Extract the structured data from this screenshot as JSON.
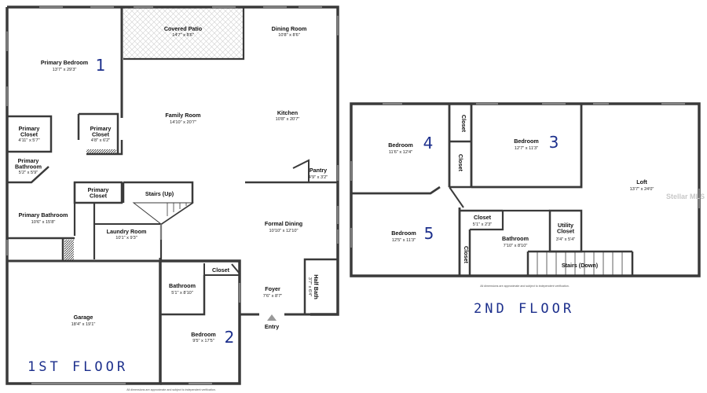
{
  "floor1": {
    "label": "1ST FLOOR",
    "rooms": {
      "primary_bedroom": {
        "name": "Primary Bedroom",
        "dims": "13'7\" x 29'3\"",
        "number": "1"
      },
      "covered_patio": {
        "name": "Covered Patio",
        "dims": "14'7\" x 8'6\""
      },
      "dining_room": {
        "name": "Dining Room",
        "dims": "10'8\" x 8'6\""
      },
      "family_room": {
        "name": "Family Room",
        "dims": "14'10\" x 20'7\""
      },
      "kitchen": {
        "name": "Kitchen",
        "dims": "10'8\" x 20'7\""
      },
      "primary_closet_a": {
        "name": "Primary Closet",
        "dims": "4'11\" x 5'7\""
      },
      "primary_closet_b": {
        "name": "Primary Closet",
        "dims": "4'8\" x 6'2\""
      },
      "primary_bathroom_a": {
        "name": "Primary Bathroom",
        "dims": "5'2\" x 5'9\""
      },
      "pantry": {
        "name": "Pantry",
        "dims": "4'9\" x 3'2\""
      },
      "primary_closet_c": {
        "name": "Primary Closet"
      },
      "stairs_up": {
        "name": "Stairs (Up)"
      },
      "primary_bathroom_b": {
        "name": "Primary Bathroom",
        "dims": "10'6\" x 15'8\""
      },
      "laundry_room": {
        "name": "Laundry Room",
        "dims": "10'1\" x 9'3\""
      },
      "formal_dining": {
        "name": "Formal Dining",
        "dims": "10'10\" x 12'10\""
      },
      "bathroom": {
        "name": "Bathroom",
        "dims": "5'1\" x 8'10\""
      },
      "closet": {
        "name": "Closet"
      },
      "half_bath": {
        "name": "Half Bath",
        "dims": "3'7\" x 6'4\""
      },
      "foyer": {
        "name": "Foyer",
        "dims": "7'6\" x 8'7\""
      },
      "garage": {
        "name": "Garage",
        "dims": "18'4\" x 19'1\""
      },
      "bedroom_2": {
        "name": "Bedroom",
        "dims": "9'5\" x 17'5\"",
        "number": "2"
      }
    },
    "entry_label": "Entry",
    "disclaimer": "All dimensions are approximate and subject to independent verification."
  },
  "floor2": {
    "label": "2ND FLOOR",
    "rooms": {
      "bedroom_4": {
        "name": "Bedroom",
        "dims": "11'6\" x 12'4\"",
        "number": "4"
      },
      "closet_a": {
        "name": "Closet"
      },
      "closet_b": {
        "name": "Closet"
      },
      "bedroom_3": {
        "name": "Bedroom",
        "dims": "12'7\" x 11'3\"",
        "number": "3"
      },
      "loft": {
        "name": "Loft",
        "dims": "13'7\" x 24'0\""
      },
      "bedroom_5": {
        "name": "Bedroom",
        "dims": "12'5\" x 11'3\"",
        "number": "5"
      },
      "closet_c": {
        "name": "Closet",
        "dims": "5'1\" x 2'3\""
      },
      "closet_d": {
        "name": "Closet"
      },
      "bathroom": {
        "name": "Bathroom",
        "dims": "7'10\" x 8'10\""
      },
      "utility_closet": {
        "name": "Utility Closet",
        "dims": "3'4\" x 5'4\""
      },
      "stairs_down": {
        "name": "Stairs (Down)"
      }
    },
    "disclaimer": "All dimensions are approximate and subject to independent verification."
  },
  "watermark": "Stellar MLS"
}
